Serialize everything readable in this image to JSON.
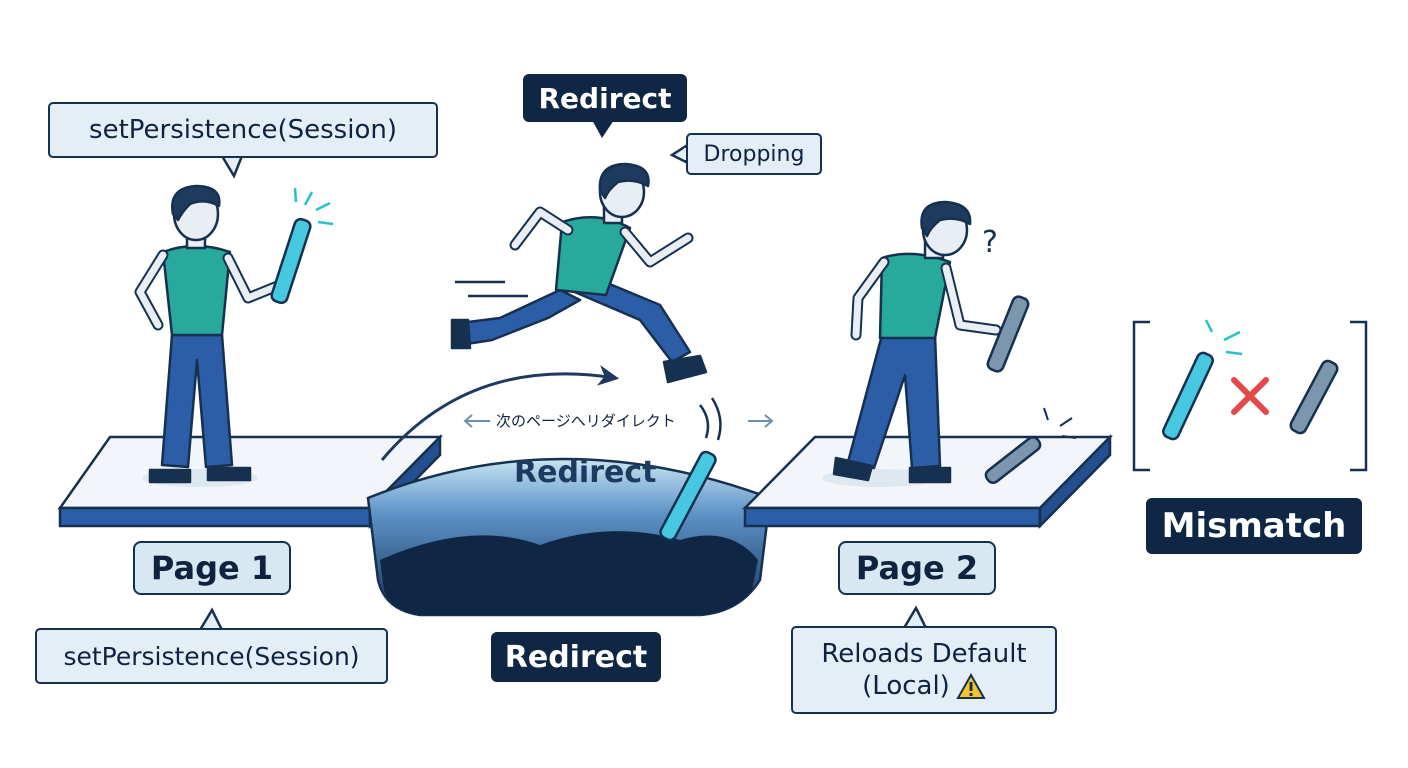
{
  "labels": {
    "set_persistence_top": "setPersistence(Session)",
    "redirect_top": "Redirect",
    "dropping": "Dropping",
    "redirect_note": "次のページへリダイレクト",
    "redirect_gap": "Redirect",
    "page1": "Page 1",
    "page2": "Page 2",
    "set_persistence_bottom": "setPersistence(Session)",
    "redirect_bottom": "Redirect",
    "reloads_line1": "Reloads Default",
    "reloads_line2": "(Local)",
    "mismatch": "Mismatch"
  },
  "icons": [
    "warning-icon",
    "cross-icon",
    "question-mark-icon",
    "arrow-icon",
    "baton-icon"
  ],
  "colors": {
    "navy": "#0f2744",
    "platform_blue": "#2c5ea8",
    "shirt_teal": "#27a99c",
    "pants_blue": "#2c5ea8",
    "baton_cyan": "#46c8e0",
    "baton_gray": "#7a97ad",
    "label_bg": "#e3eef7",
    "warning_yellow": "#f4c430",
    "cross_red": "#e54848"
  }
}
